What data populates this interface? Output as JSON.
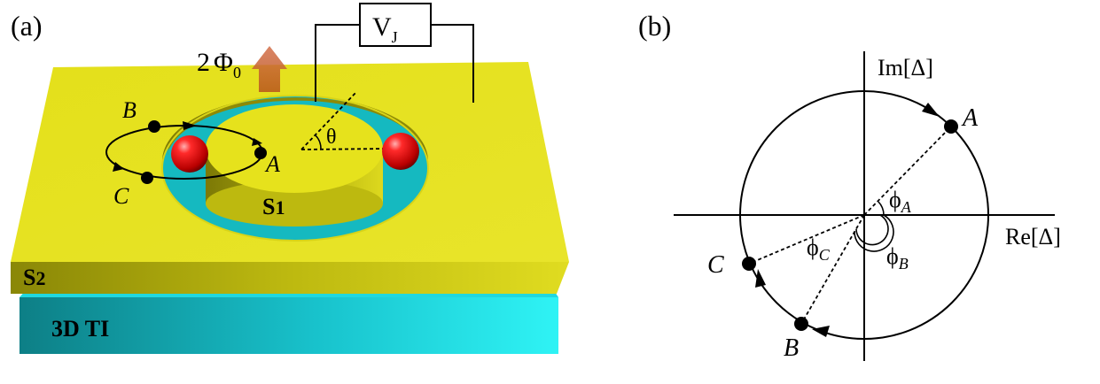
{
  "panel_a": {
    "label": "(a)",
    "flux_base": "2",
    "flux_symbol": "Φ",
    "flux_sub": "0",
    "voltage_base": "V",
    "voltage_sub": "J",
    "angle": "θ",
    "point_a": "A",
    "point_b": "B",
    "point_c": "C",
    "s1_base": "S",
    "s1_digit": "1",
    "s2_base": "S",
    "s2_digit": "2",
    "ti_label": "3D TI"
  },
  "panel_b": {
    "label": "(b)",
    "im_axis": "Im[Δ]",
    "re_axis": "Re[Δ]",
    "point_a": "A",
    "point_b": "B",
    "point_c": "C",
    "phi_symbol": "ϕ",
    "phi_a_sub": "A",
    "phi_b_sub": "B",
    "phi_c_sub": "C"
  },
  "colors": {
    "superconductor": "#e6e21c",
    "ti": "#1fd7dd",
    "vortex": "#e00000",
    "flux_arrow": "#c9623a"
  }
}
